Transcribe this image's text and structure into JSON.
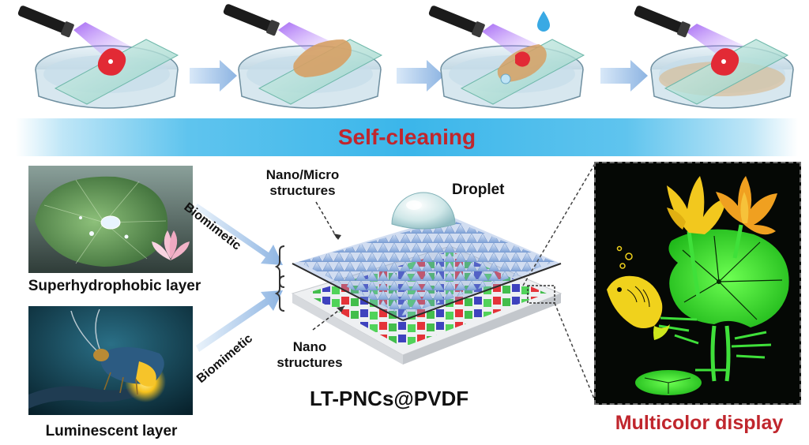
{
  "banner": {
    "label": "Self-cleaning"
  },
  "left": {
    "top_caption": "Superhydrophobic layer",
    "bottom_caption": "Luminescent layer",
    "arrow_label_top": "Biomimetic",
    "arrow_label_bottom": "Biomimetic"
  },
  "center": {
    "top_structure_label_line1": "Nano/Micro",
    "top_structure_label_line2": "structures",
    "droplet_label": "Droplet",
    "bottom_structure_label_line1": "Nano",
    "bottom_structure_label_line2": "structures",
    "material_name": "LT-PNCs@PVDF"
  },
  "right": {
    "caption": "Multicolor display"
  },
  "colors": {
    "accent_red": "#c0262d",
    "banner_blue": "#3bb6ea",
    "spike_blue": "#8fb0de",
    "glow_green": "#3fe03a",
    "glow_yellow": "#f2c81e",
    "glow_orange": "#f0a020"
  },
  "icons": [
    "uv-flashlight-icon",
    "petri-dish-icon",
    "glass-slide-icon",
    "water-droplet-icon",
    "flow-arrow-icon"
  ]
}
